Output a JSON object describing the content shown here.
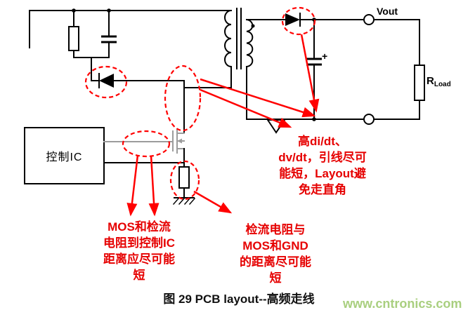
{
  "figure": {
    "caption": "图 29 PCB layout--高频走线",
    "watermark": "www.cntronics.com"
  },
  "circuit": {
    "control_ic_label": "控制IC",
    "vout_label": "Vout",
    "rload_label": "R",
    "rload_subscript": "Load",
    "cap_plus": "+"
  },
  "annotations": {
    "high_didt": "高di/dt、\ndv/dt，引线尽可\n能短，Layout避\n免走直角",
    "mos_to_ic": "MOS和检流\n电阻到控制IC\n距离应尽可能\n短",
    "sense_to_gnd": "检流电阻与\nMOS和GND\n的距离尽可能\n短"
  },
  "colors": {
    "highlight_red": "#ff0000",
    "text_red": "#e60000",
    "line_black": "#000000",
    "gray_trace": "#9c9c9c",
    "watermark_green": "#a9cf7f",
    "caption_black": "#111111"
  }
}
